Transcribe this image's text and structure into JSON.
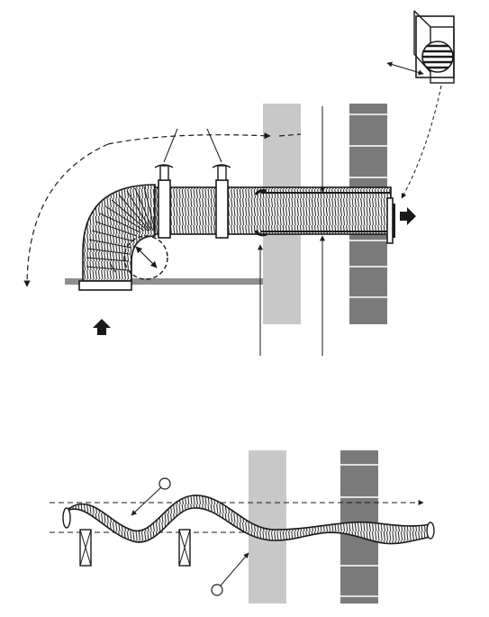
{
  "colors": {
    "ink": "#1a1a1a",
    "wall_light": "#c8c8c8",
    "wall_brick": "#7a7a7a",
    "mortar": "#ffffff",
    "ceiling": "#8e8e8e",
    "background": "#ffffff"
  },
  "icons": {
    "airflow_out": "arrow-right-icon",
    "airflow_in": "arrow-up-icon",
    "callout_marker": "circle-callout-icon"
  },
  "figure_top": {
    "components": [
      "ceiling-mounted-fan",
      "flexible-duct",
      "duct-hanger",
      "wall-sleeve",
      "external-grille"
    ]
  },
  "figure_bottom": {
    "components": [
      "sagging-flexible-duct",
      "timber-supports",
      "callout-markers"
    ]
  }
}
